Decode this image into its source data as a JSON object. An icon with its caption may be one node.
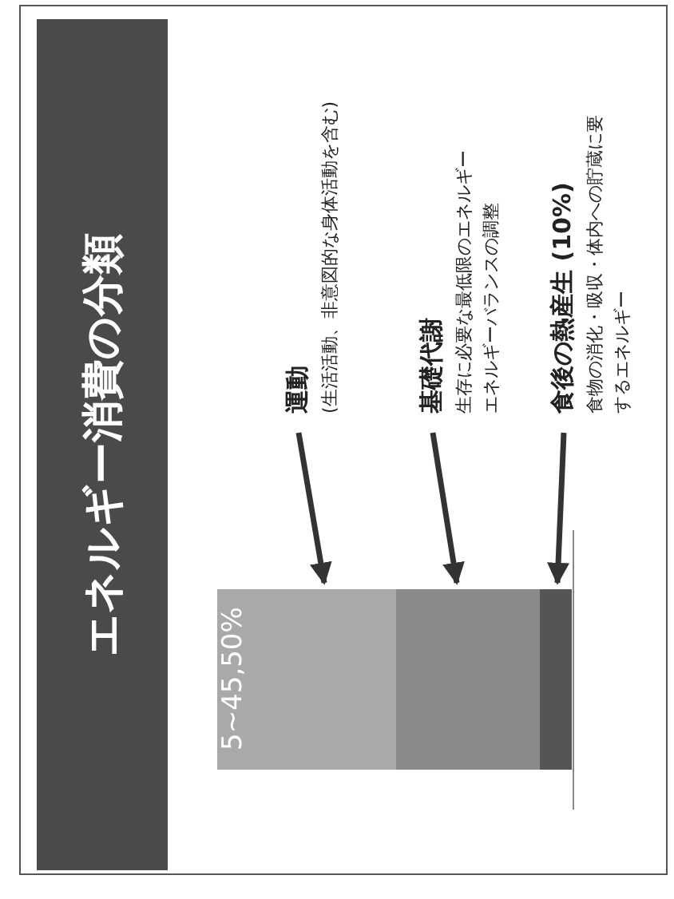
{
  "diagram": {
    "title": "エネルギー消費の分類",
    "nodes": [
      {
        "text": [
          "運動",
          "(生活活動、非意図的な身体活動を含む)"
        ]
      },
      {
        "text": [
          "基礎代謝",
          "生存に必要な最低限のエネルギー",
          "エネルギーバランスの調整"
        ]
      },
      {
        "text": [
          "食後の熱産生 (10%)",
          "食物の消化・吸収・体内への貯蔵に要するエネルギー"
        ]
      },
      {
        "text": [
          "5~45,50%"
        ]
      },
      {
        "text": [],
        "shape": "bar"
      },
      {
        "text": [],
        "shape": "bar"
      }
    ],
    "edges": [
      {
        "from": 0,
        "to": 3,
        "arrow": "to"
      },
      {
        "from": 1,
        "to": 4,
        "arrow": "to"
      },
      {
        "from": 2,
        "to": 5,
        "arrow": "to"
      }
    ]
  }
}
